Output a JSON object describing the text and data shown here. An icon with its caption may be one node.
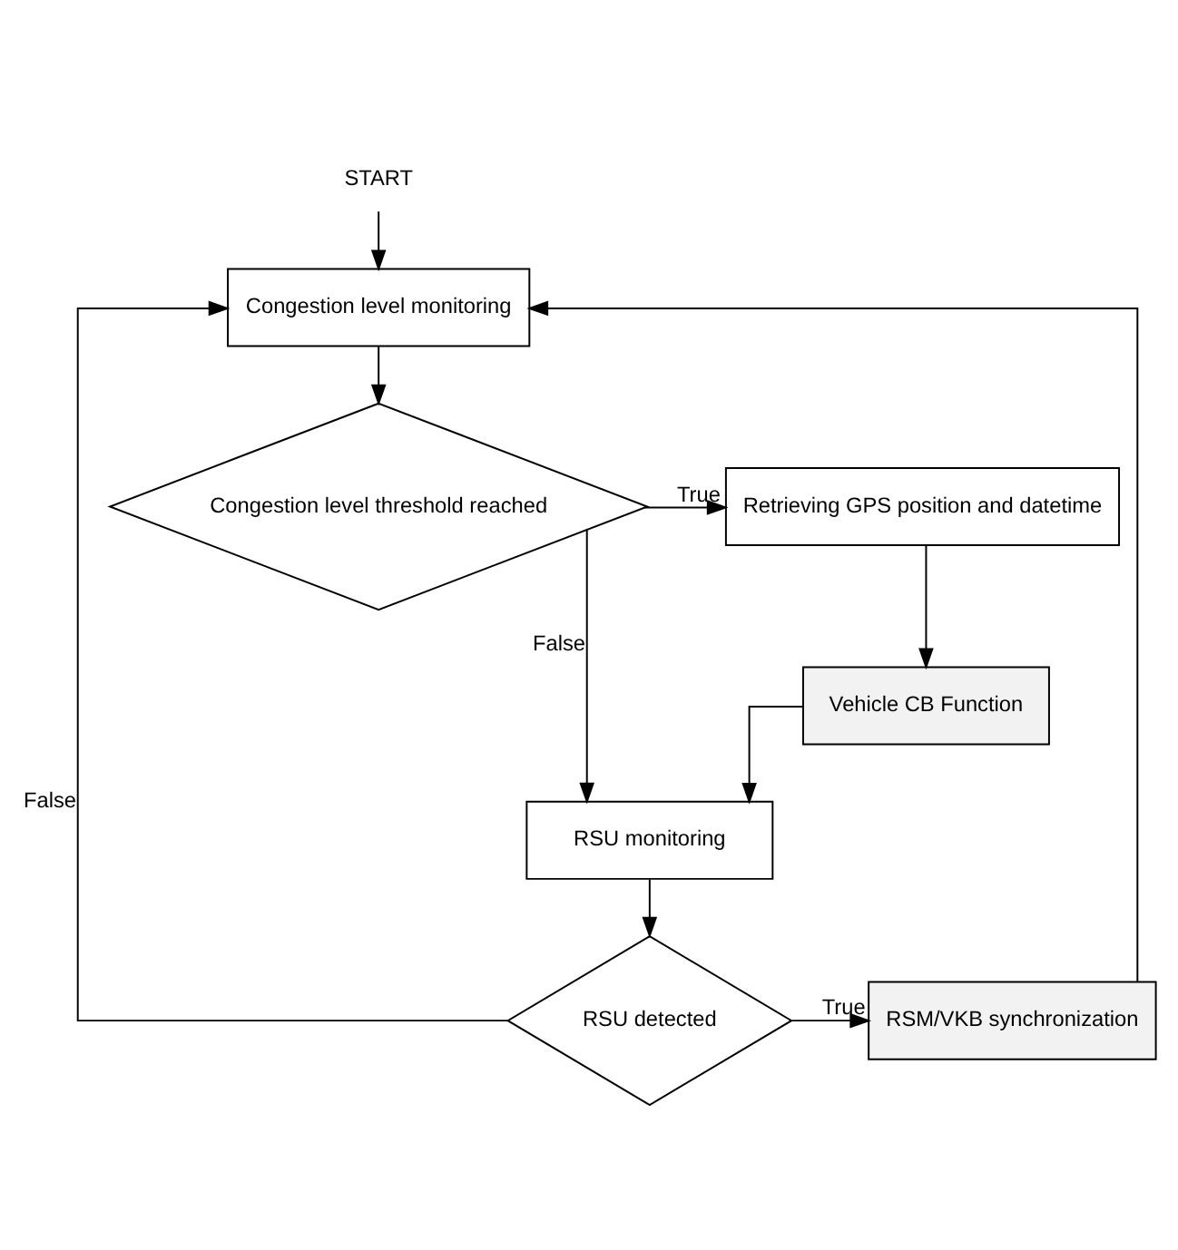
{
  "diagram": {
    "nodes": [
      {
        "text": [
          "START"
        ]
      },
      {
        "text": [
          "Congestion level monitoring"
        ]
      },
      {
        "text": [
          "Congestion level threshold reached"
        ]
      },
      {
        "text": [
          "Retrieving GPS position and datetime"
        ]
      },
      {
        "text": [
          "Vehicle CB Function"
        ]
      },
      {
        "text": [
          "RSU monitoring"
        ]
      },
      {
        "text": [
          "RSU detected"
        ]
      },
      {
        "text": [
          "RSM/VKB synchronization"
        ]
      }
    ],
    "edges": [
      {
        "from": 0,
        "to": 1,
        "arrow": "to"
      },
      {
        "from": 1,
        "to": 2,
        "arrow": "to"
      },
      {
        "from": 2,
        "to": 3,
        "arrow": "to",
        "label": "True"
      },
      {
        "from": 3,
        "to": 4,
        "arrow": "to"
      },
      {
        "from": 4,
        "to": 5,
        "arrow": "to"
      },
      {
        "from": 2,
        "to": 5,
        "arrow": "to",
        "label": "False"
      },
      {
        "from": 5,
        "to": 6,
        "arrow": "to"
      },
      {
        "from": 6,
        "to": 1,
        "arrow": "to",
        "label": "False"
      },
      {
        "from": 6,
        "to": 7,
        "arrow": "to",
        "label": "True"
      },
      {
        "from": 7,
        "to": 1,
        "arrow": "to"
      }
    ]
  }
}
